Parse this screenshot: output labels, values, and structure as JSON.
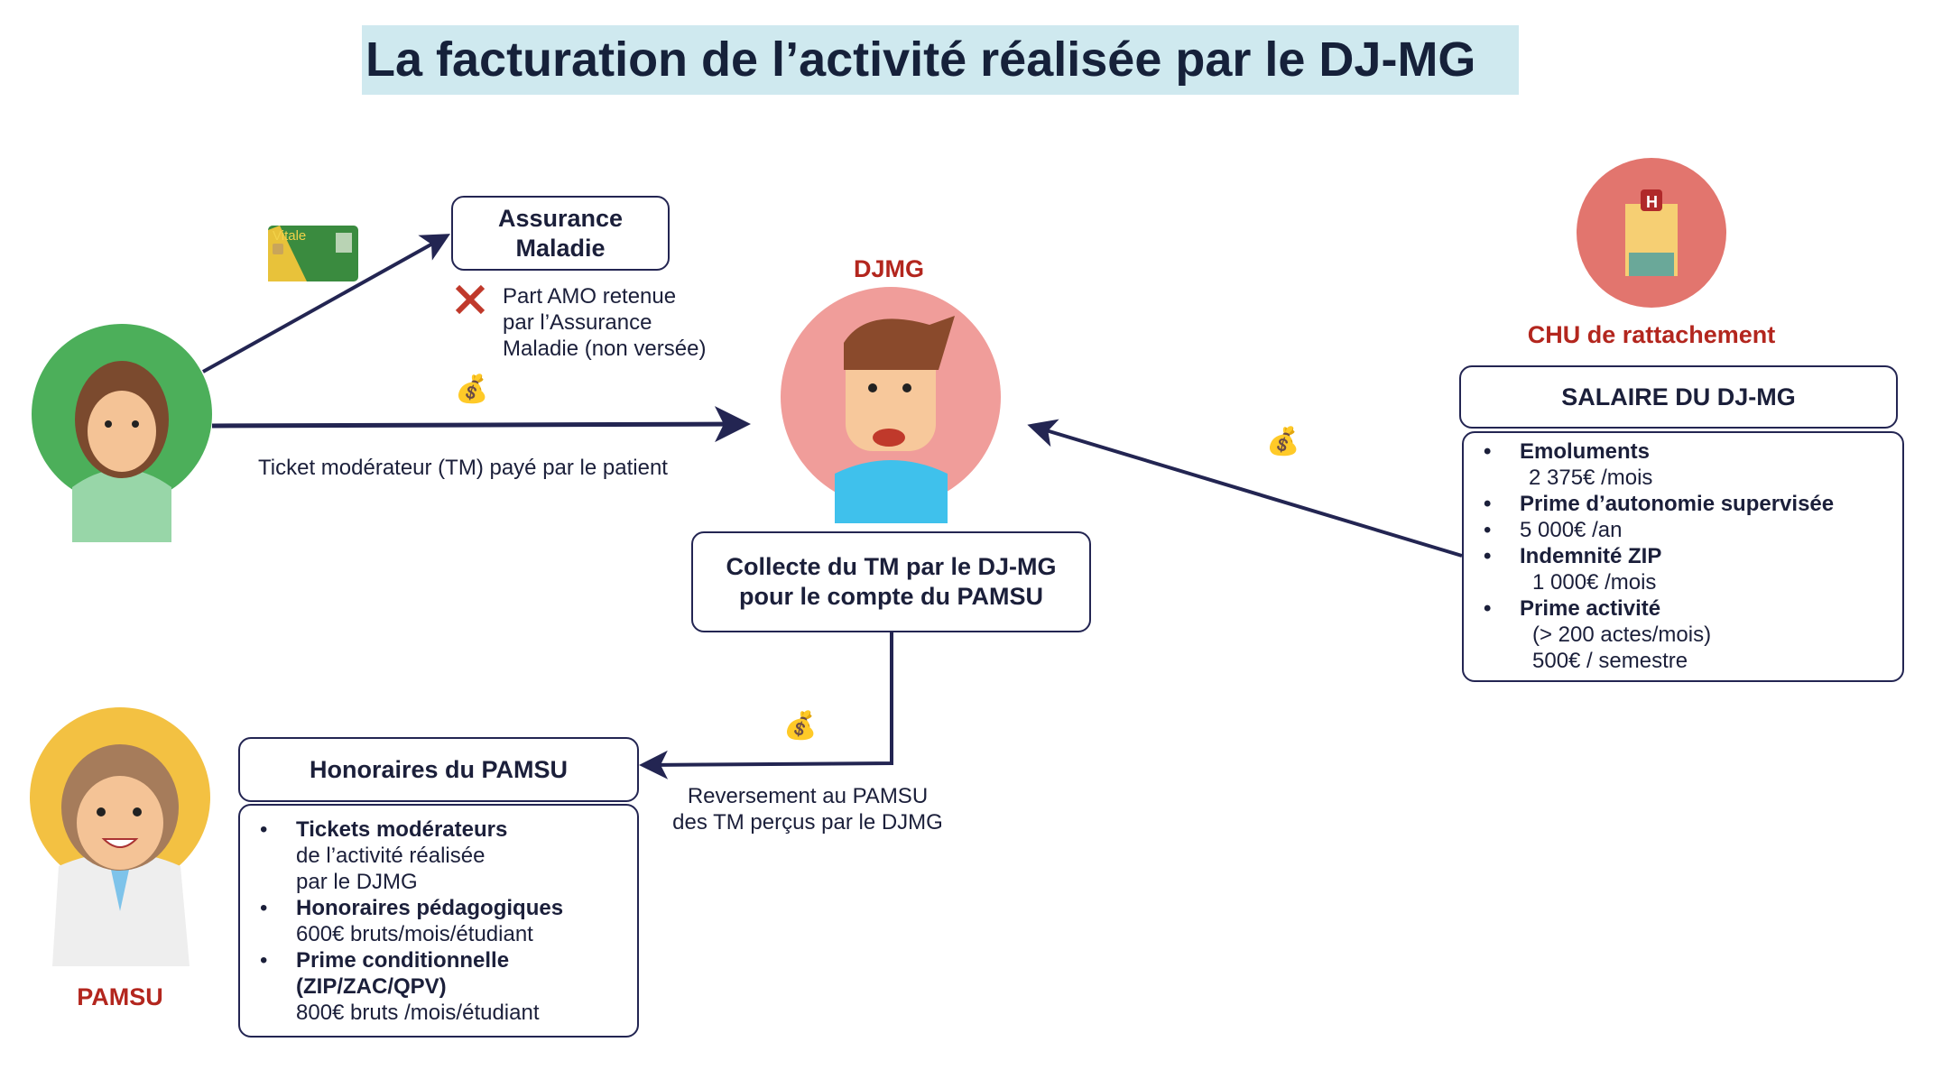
{
  "title": "La facturation de l’activité réalisée par le DJ-MG",
  "assurance": {
    "label_line1": "Assurance",
    "label_line2": "Maladie",
    "note": [
      "Part AMO retenue",
      "par l’Assurance",
      "Maladie (non versée)"
    ]
  },
  "vitale_card": "Vitale",
  "patient_arrow_label": "Ticket modérateur (TM) payé par le patient",
  "djmg": {
    "label": "DJMG",
    "collect_line1": "Collecte du TM par le DJ-MG",
    "collect_line2": "pour le compte du PAMSU"
  },
  "reversement": [
    "Reversement au PAMSU",
    "des TM perçus par le DJMG"
  ],
  "pamsu": {
    "label": "PAMSU",
    "header": "Honoraires du PAMSU",
    "items": [
      {
        "bold": "Tickets modérateurs",
        "lines": [
          "de l’activité réalisée",
          "par le DJMG"
        ]
      },
      {
        "bold": "Honoraires pédagogiques",
        "lines": [
          "600€ bruts/mois/étudiant"
        ]
      },
      {
        "bold": "Prime conditionnelle",
        "bold2": "(ZIP/ZAC/QPV)",
        "lines": [
          "800€ bruts /mois/étudiant"
        ]
      }
    ]
  },
  "chu": {
    "label": "CHU de rattachement",
    "header": "SALAIRE DU DJ-MG",
    "items": [
      "Emoluments",
      "2 375€ /mois",
      "Prime d’autonomie supervisée",
      "5 000€ /an",
      "Indemnité ZIP",
      "1 000€ /mois",
      "Prime activité",
      "(> 200 actes/mois)",
      "500€ / semestre"
    ]
  },
  "colors": {
    "accent_red": "#b3261e",
    "navy": "#232552",
    "title_bg": "#cfe9ef"
  }
}
